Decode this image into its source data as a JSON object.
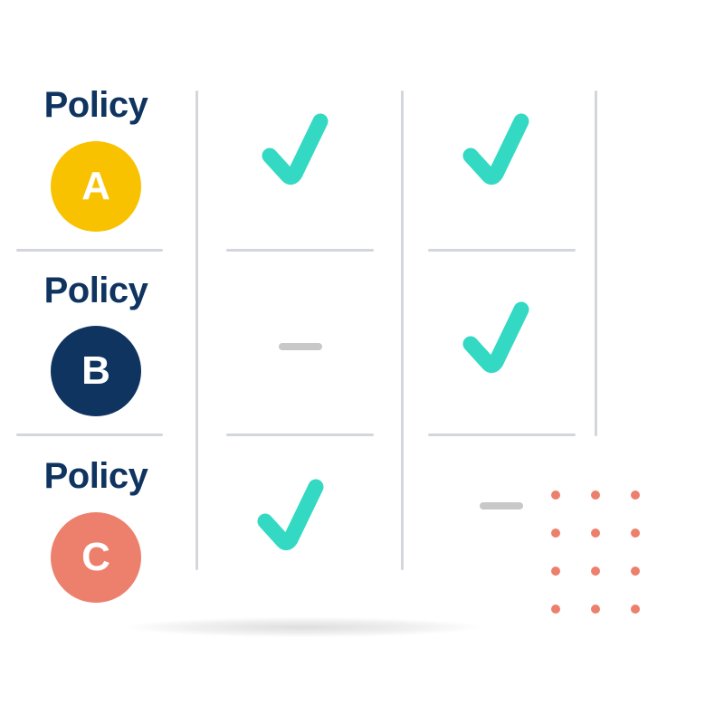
{
  "colors": {
    "policy_a": "#f9c200",
    "policy_b": "#0f3460",
    "policy_c": "#ed806c",
    "label_text": "#0f3460",
    "check": "#33d9c2",
    "dash": "#c8c8c8",
    "divider": "#d3d6dd",
    "dots": "#ed806c"
  },
  "policies": [
    {
      "label": "Policy",
      "letter": "A",
      "column_1": "check",
      "column_2": "check"
    },
    {
      "label": "Policy",
      "letter": "B",
      "column_1": "dash",
      "column_2": "check"
    },
    {
      "label": "Policy",
      "letter": "C",
      "column_1": "check",
      "column_2": "dash"
    }
  ],
  "decoration": {
    "dot_grid": {
      "rows": 4,
      "columns": 3,
      "icon": "dot-grid-icon"
    },
    "check_icon": "check-icon",
    "dash_icon": "dash-icon"
  }
}
